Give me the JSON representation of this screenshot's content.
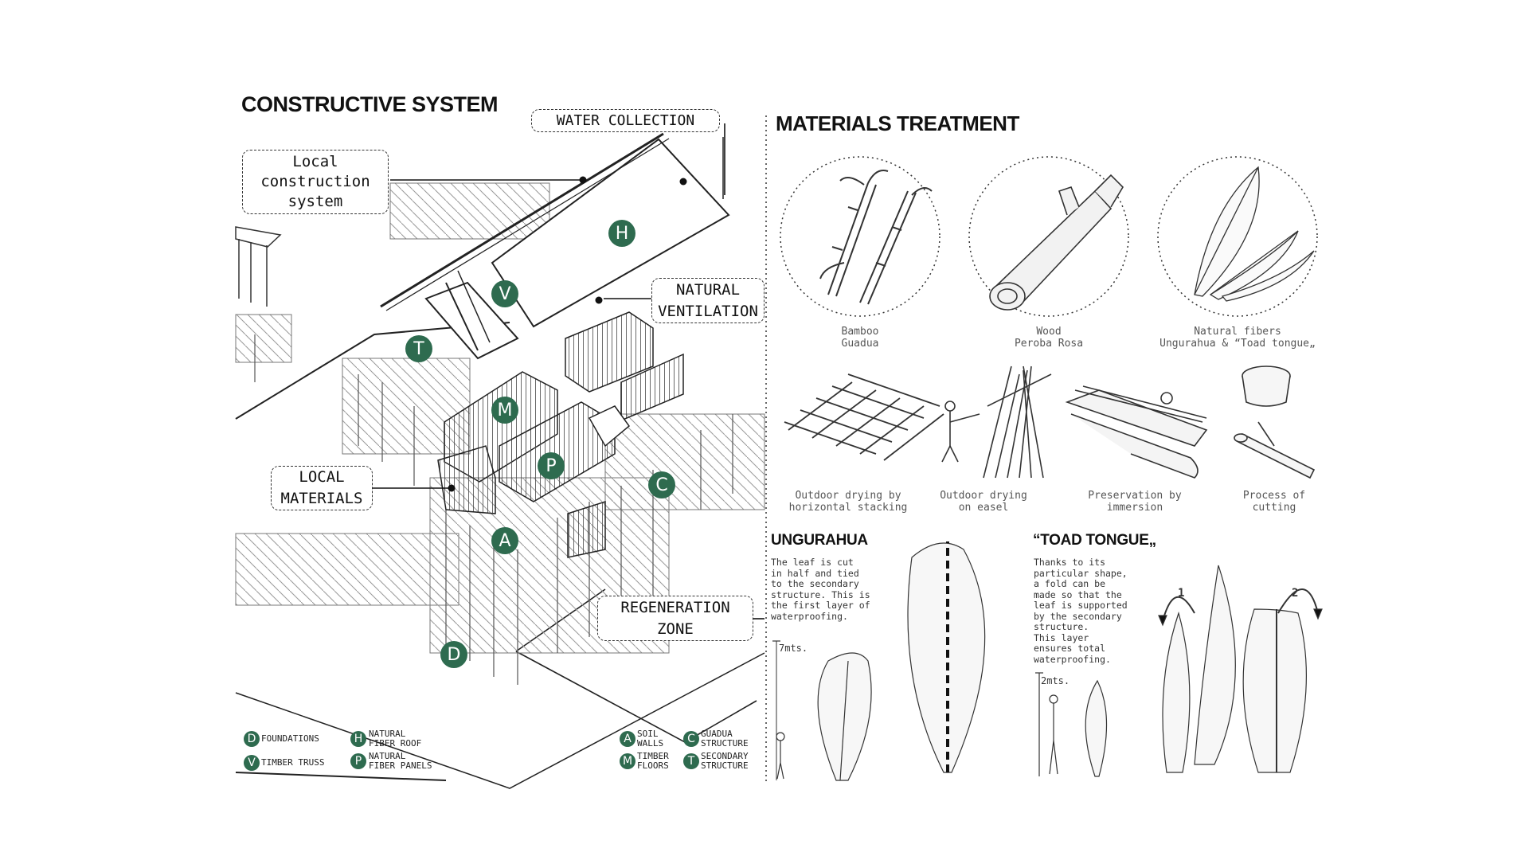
{
  "left": {
    "title": "CONSTRUCTIVE SYSTEM",
    "callouts": {
      "water": "WATER COLLECTION",
      "local_system": "Local\nconstruction\nsystem",
      "ventilation": "NATURAL\nVENTILATION",
      "materials": "LOCAL\nMATERIALS",
      "regeneration": "REGENERATION\nZONE"
    },
    "badges": {
      "H": "H",
      "V": "V",
      "T": "T",
      "M": "M",
      "P": "P",
      "C": "C",
      "A": "A",
      "D": "D"
    },
    "legend": [
      {
        "letter": "D",
        "text": "FOUNDATIONS"
      },
      {
        "letter": "V",
        "text": "TIMBER TRUSS"
      },
      {
        "letter": "H",
        "text": "NATURAL\nFIBER ROOF"
      },
      {
        "letter": "P",
        "text": "NATURAL\nFIBER PANELS"
      },
      {
        "letter": "A",
        "text": "SOIL\nWALLS"
      },
      {
        "letter": "M",
        "text": "TIMBER\nFLOORS"
      },
      {
        "letter": "C",
        "text": "GUADUA\nSTRUCTURE"
      },
      {
        "letter": "T",
        "text": "SECONDARY\nSTRUCTURE"
      }
    ]
  },
  "right": {
    "title": "MATERIALS TREATMENT",
    "materials": [
      {
        "name": "Bamboo",
        "detail": "Guadua"
      },
      {
        "name": "Wood",
        "detail": "Peroba Rosa"
      },
      {
        "name": "Natural fibers",
        "detail": "Ungurahua & “Toad tongue„"
      }
    ],
    "processes": [
      {
        "line1": "Outdoor drying by",
        "line2": "horizontal stacking"
      },
      {
        "line1": "Outdoor drying",
        "line2": "on easel"
      },
      {
        "line1": "Preservation by",
        "line2": "immersion"
      },
      {
        "line1": "Process of",
        "line2": "cutting"
      }
    ],
    "ungurahua": {
      "title": "UNGURAHUA",
      "text": "The leaf is cut\nin half and tied\nto the secondary\nstructure. This is\nthe first layer of\nwaterproofing.",
      "height": "7mts."
    },
    "toad": {
      "title": "“TOAD TONGUE„",
      "text": "Thanks to its\nparticular shape,\na fold can be\nmade so that the\nleaf is supported\nby the secondary\nstructure.\nThis layer\nensures total\nwaterproofing.",
      "height": "2mts.",
      "step1": "1",
      "step2": "2"
    }
  },
  "colors": {
    "badge": "#2e6b4f",
    "line": "#222222",
    "muted": "#555555"
  }
}
